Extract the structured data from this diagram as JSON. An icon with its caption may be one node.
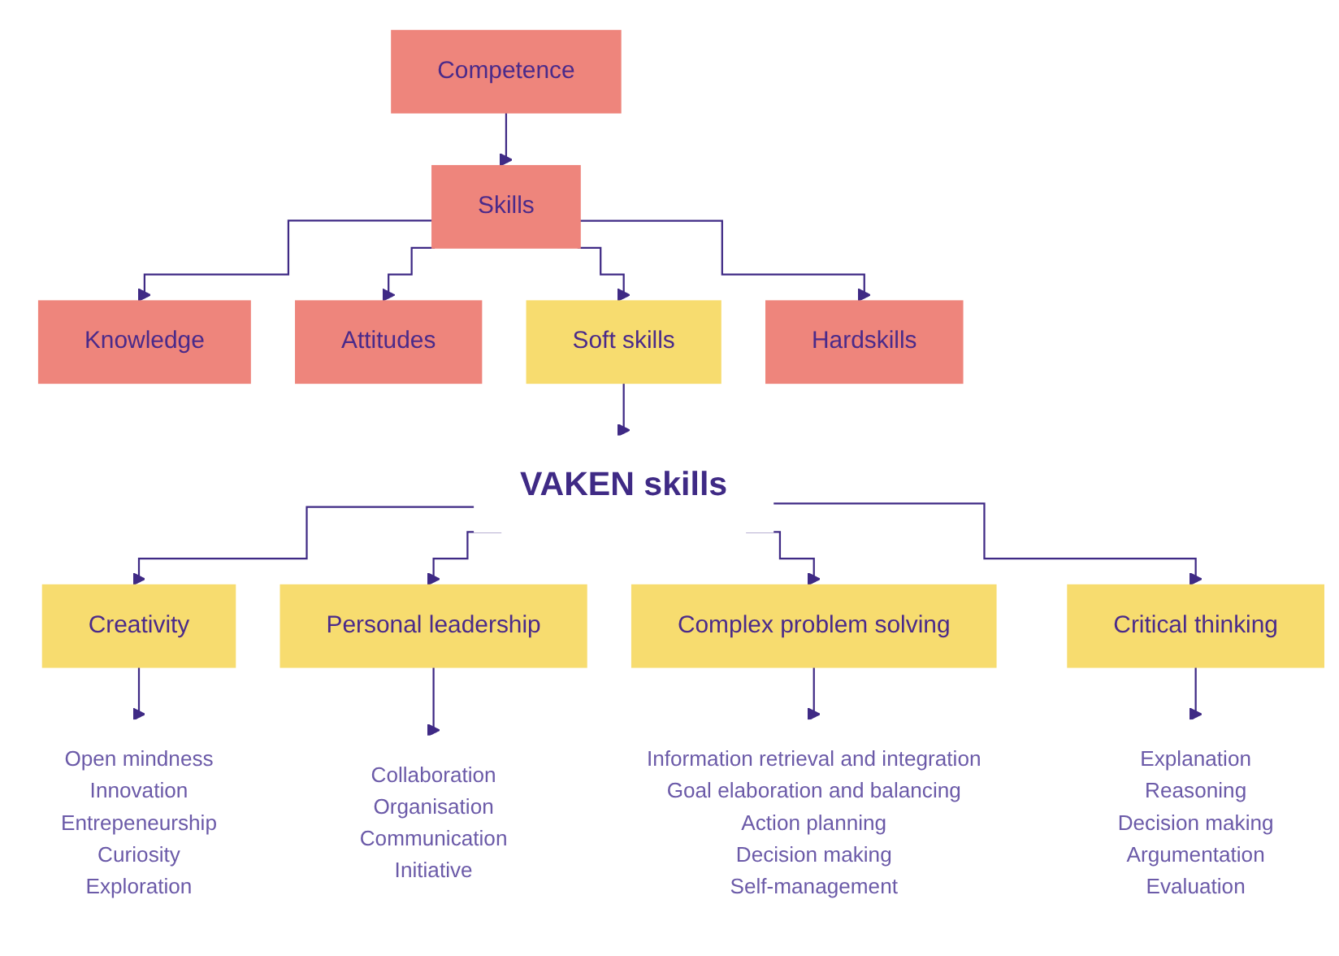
{
  "diagram": {
    "nodes": [
      {
        "text": [
          "Competence"
        ]
      },
      {
        "text": [
          "Knowledge"
        ]
      },
      {
        "text": [
          "Skills"
        ]
      },
      {
        "text": [
          "Attitudes"
        ]
      },
      {
        "text": [
          "Soft skills"
        ]
      },
      {
        "text": [
          "Hardskills"
        ]
      },
      {
        "text": [
          "VAKEN skills"
        ]
      },
      {
        "text": [
          "Creativity"
        ]
      },
      {
        "text": [
          "Personal leadership"
        ]
      },
      {
        "text": [
          "Complex problem solving"
        ]
      },
      {
        "text": [
          "Critical thinking"
        ]
      },
      {
        "text": [
          "Open mindness",
          "Innovation",
          "Entrepeneurship",
          "Curiosity",
          "Exploration"
        ]
      },
      {
        "text": [
          "Collaboration",
          "Organisation",
          "Communication",
          "Initiative"
        ]
      },
      {
        "text": [
          "Information retrieval and integration",
          "Goal elaboration and balancing",
          "Action planning",
          "Decision making",
          "Self-management"
        ]
      },
      {
        "text": [
          "Explanation",
          "Reasoning",
          "Decision making",
          "Argumentation",
          "Evaluation"
        ]
      }
    ],
    "edges": [
      {
        "from": 0,
        "to": 2,
        "arrow": "to"
      },
      {
        "from": 2,
        "to": 1,
        "arrow": "to"
      },
      {
        "from": 2,
        "to": 3,
        "arrow": "to"
      },
      {
        "from": 2,
        "to": 4,
        "arrow": "to"
      },
      {
        "from": 2,
        "to": 5,
        "arrow": "to"
      },
      {
        "from": 4,
        "to": 6,
        "arrow": "to"
      },
      {
        "from": 6,
        "to": 7,
        "arrow": "to"
      },
      {
        "from": 6,
        "to": 8,
        "arrow": "to"
      },
      {
        "from": 6,
        "to": 9,
        "arrow": "to"
      },
      {
        "from": 6,
        "to": 10,
        "arrow": "to"
      },
      {
        "from": 7,
        "to": 11,
        "arrow": "to"
      },
      {
        "from": 8,
        "to": 12,
        "arrow": "to"
      },
      {
        "from": 9,
        "to": 13,
        "arrow": "to"
      },
      {
        "from": 10,
        "to": 14,
        "arrow": "to"
      }
    ]
  }
}
